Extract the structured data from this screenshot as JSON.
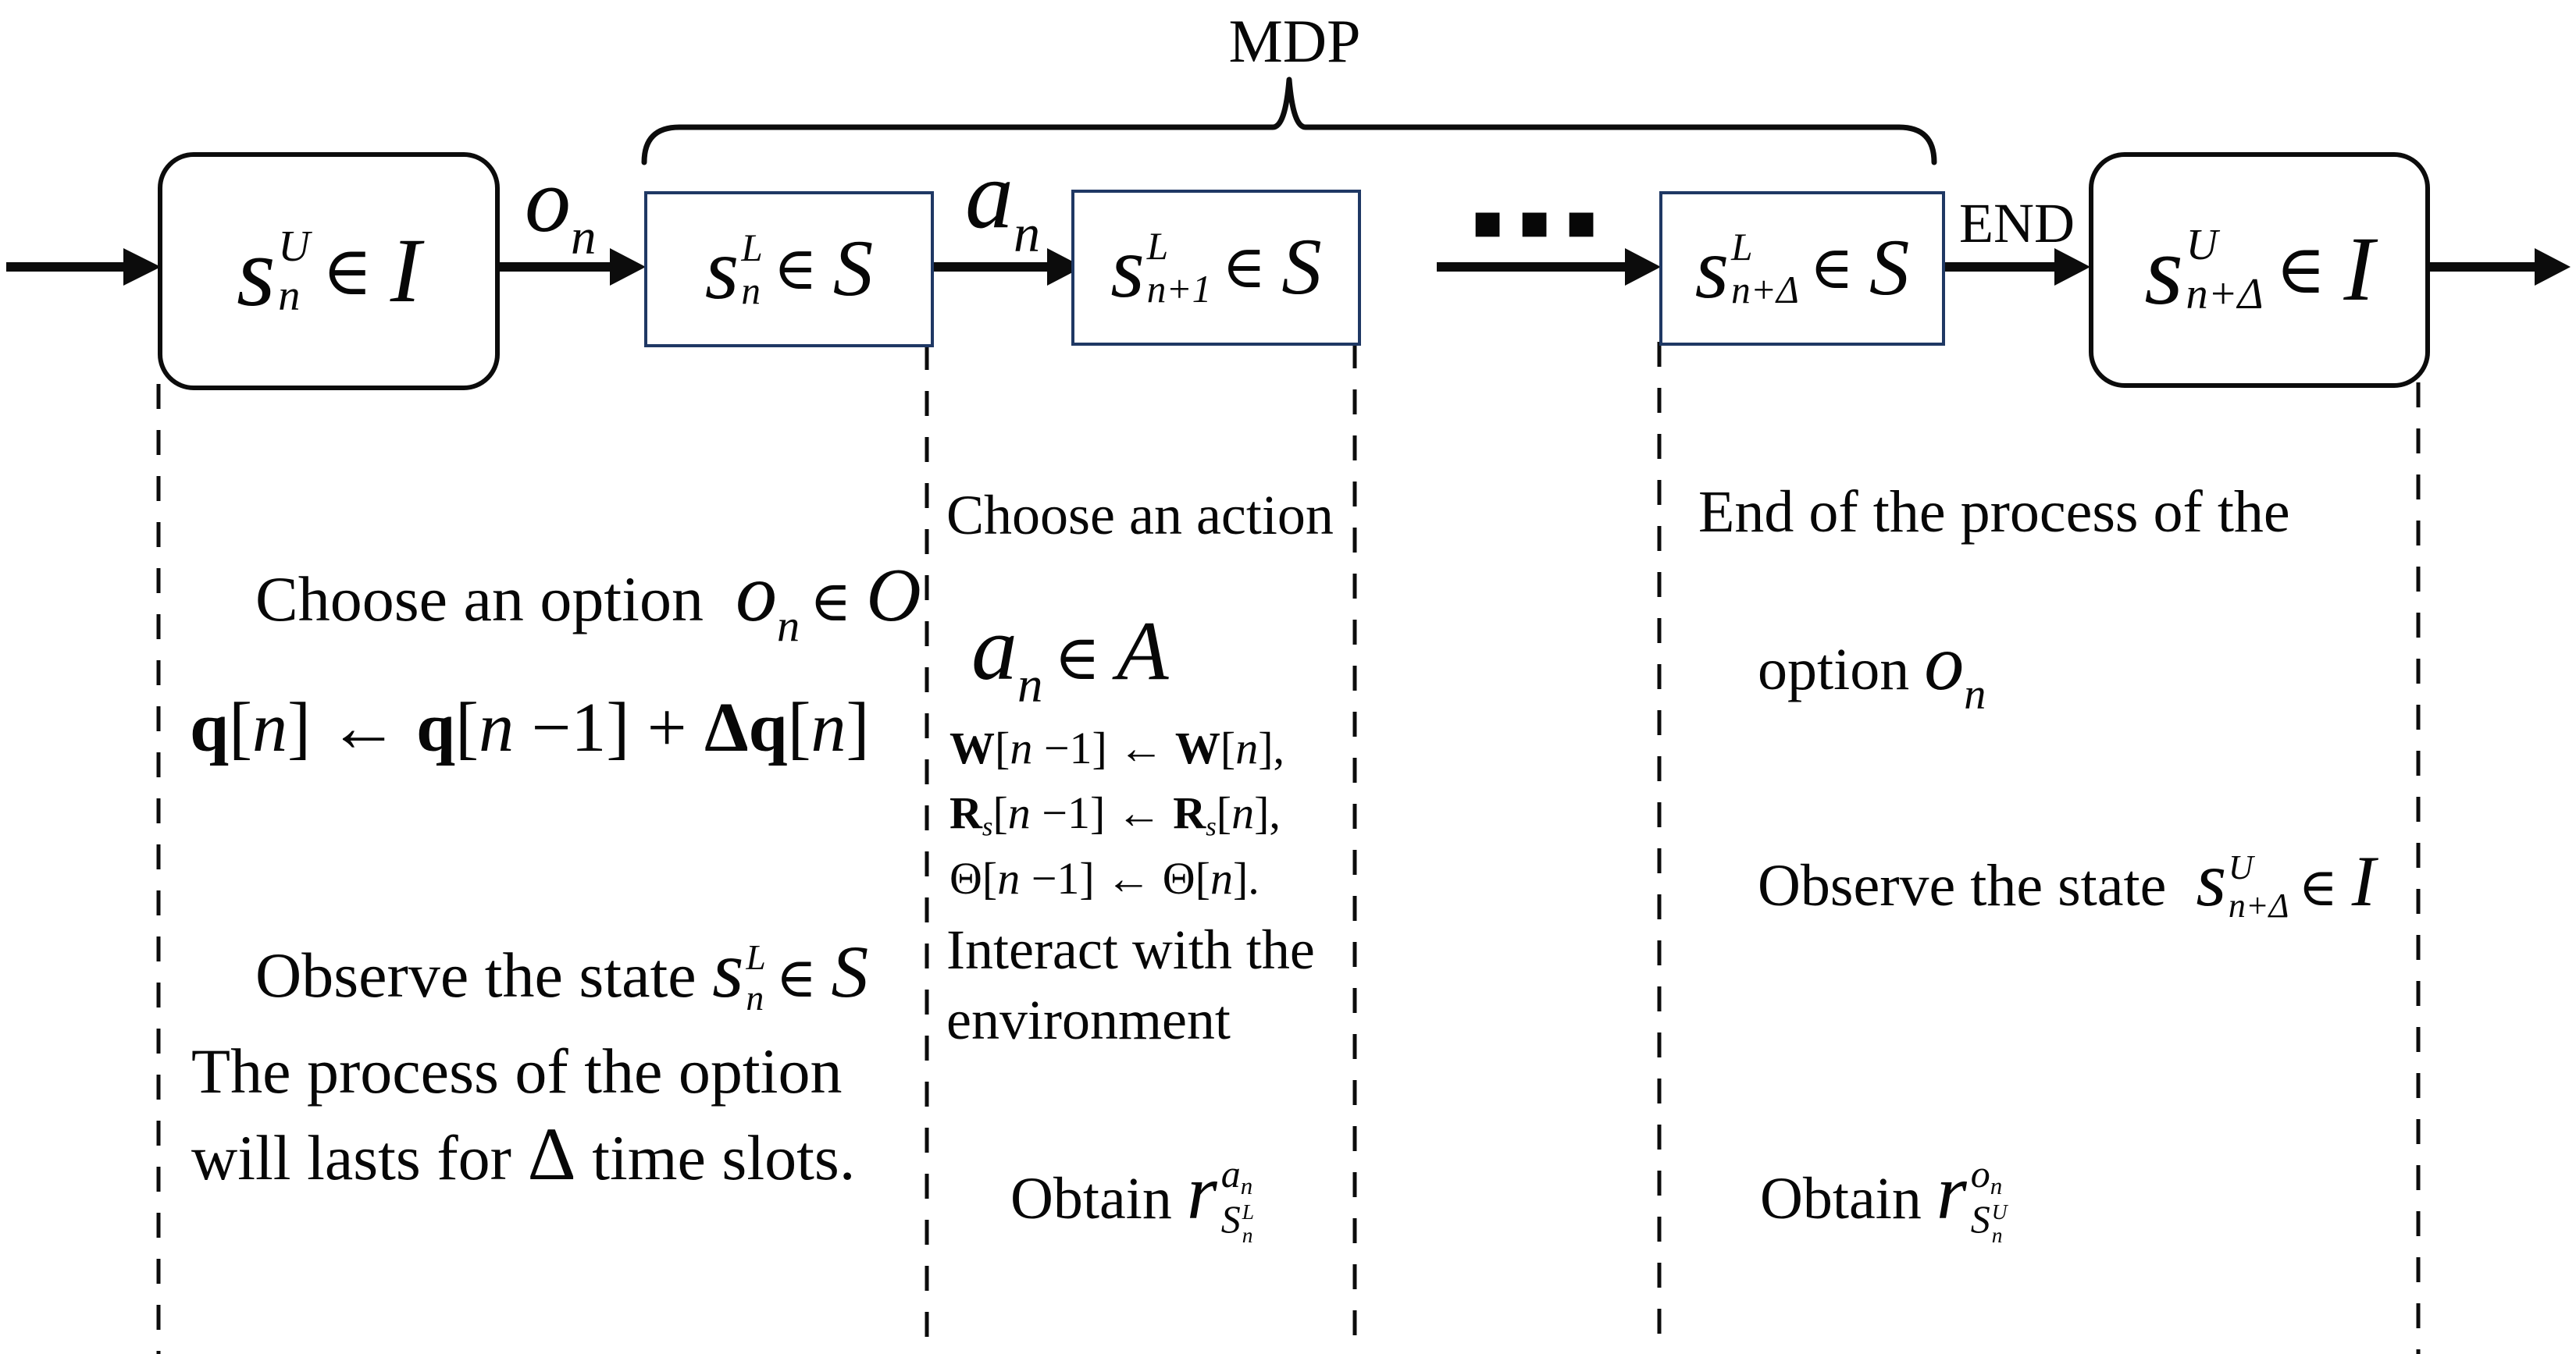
{
  "colors": {
    "mdp_box_border": "#1f3864",
    "ink": "#0c0c0c",
    "background": "#ffffff"
  },
  "header": {
    "mdp": "MDP",
    "end": "END",
    "dots": "▪▪▪",
    "option_label": {
      "base": "o",
      "sub": "n"
    },
    "action_label": {
      "base": "a",
      "sub": "n"
    }
  },
  "boxes": {
    "upper_left": {
      "base": "s",
      "sup": "U",
      "sub": "n",
      "elem": "∈",
      "set": "I"
    },
    "mdp_first": {
      "base": "s",
      "sup": "L",
      "sub": "n",
      "elem": "∈",
      "set": "S"
    },
    "mdp_second": {
      "base": "s",
      "sup": "L",
      "sub": "n+1",
      "elem": "∈",
      "set": "S"
    },
    "mdp_last": {
      "base": "s",
      "sup": "L",
      "sub": "n+Δ",
      "elem": "∈",
      "set": "S"
    },
    "upper_right": {
      "base": "s",
      "sup": "U",
      "sub": "n+Δ",
      "elem": "∈",
      "set": "I"
    }
  },
  "col_upper_start": {
    "choose_text": "Choose an option",
    "choose_math": {
      "base": "o",
      "sub": "n",
      "elem": "∈",
      "set": "O"
    },
    "queue_update": [
      {
        "t": "q",
        "s": "b"
      },
      {
        "t": "[",
        "s": "r"
      },
      {
        "t": "n",
        "s": "i"
      },
      {
        "t": "] ",
        "s": "r"
      },
      {
        "t": "← ",
        "s": "r"
      },
      {
        "t": "q",
        "s": "b"
      },
      {
        "t": "[",
        "s": "r"
      },
      {
        "t": "n",
        "s": "i"
      },
      {
        "t": " −1] + ",
        "s": "r"
      },
      {
        "t": "Δ",
        "s": "b"
      },
      {
        "t": "q",
        "s": "b"
      },
      {
        "t": "[",
        "s": "r"
      },
      {
        "t": "n",
        "s": "i"
      },
      {
        "t": "]",
        "s": "r"
      }
    ],
    "observe_text": "Observe the state ",
    "observe_math": {
      "base": "s",
      "sup": "L",
      "sub": "n",
      "elem": "∈",
      "set": "S"
    },
    "process_line1": "The process of the option",
    "process_line2": [
      {
        "t": "will lasts for ",
        "s": "r"
      },
      {
        "t": "Δ",
        "s": "delta"
      },
      {
        "t": " time slots.",
        "s": "r"
      }
    ]
  },
  "col_mdp": {
    "choose_text": "Choose an action",
    "action_math": {
      "base": "a",
      "sub": "n",
      "elem": "∈",
      "set": "A"
    },
    "updates": [
      [
        {
          "t": "W",
          "s": "b"
        },
        {
          "t": "[",
          "s": "r"
        },
        {
          "t": "n",
          "s": "i"
        },
        {
          "t": " −1] ← ",
          "s": "r"
        },
        {
          "t": "W",
          "s": "b"
        },
        {
          "t": "[",
          "s": "r"
        },
        {
          "t": "n",
          "s": "i"
        },
        {
          "t": "],",
          "s": "r"
        }
      ],
      [
        {
          "t": "R",
          "s": "b"
        },
        {
          "t": "s",
          "s": "subi"
        },
        {
          "t": "[",
          "s": "r"
        },
        {
          "t": "n",
          "s": "i"
        },
        {
          "t": " −1] ← ",
          "s": "r"
        },
        {
          "t": "R",
          "s": "b"
        },
        {
          "t": "s",
          "s": "subi"
        },
        {
          "t": "[",
          "s": "r"
        },
        {
          "t": "n",
          "s": "i"
        },
        {
          "t": "],",
          "s": "r"
        }
      ],
      [
        {
          "t": "Θ[",
          "s": "r"
        },
        {
          "t": "n",
          "s": "i"
        },
        {
          "t": " −1] ← Θ[",
          "s": "r"
        },
        {
          "t": "n",
          "s": "i"
        },
        {
          "t": "].",
          "s": "r"
        }
      ]
    ],
    "interact_line1": "Interact with the",
    "interact_line2": "environment",
    "obtain_text": "Obtain ",
    "reward": {
      "base": "r",
      "sup_base": "a",
      "sup_sub": "n",
      "sub_base": "S",
      "sub_sup": "L",
      "sub_sub": "n"
    }
  },
  "col_upper_end": {
    "end_line1": "End of the process of the",
    "end_line2": "option ",
    "end_math": {
      "base": "o",
      "sub": "n"
    },
    "observe_text": "Observe the state  ",
    "observe_math": {
      "base": "s",
      "sup": "U",
      "sub": "n+Δ",
      "elem": "∈",
      "set": "I"
    },
    "obtain_text": "Obtain ",
    "reward": {
      "base": "r",
      "sup_base": "o",
      "sup_sub": "n",
      "sub_base": "S",
      "sub_sup": "U",
      "sub_sub": "n"
    }
  }
}
